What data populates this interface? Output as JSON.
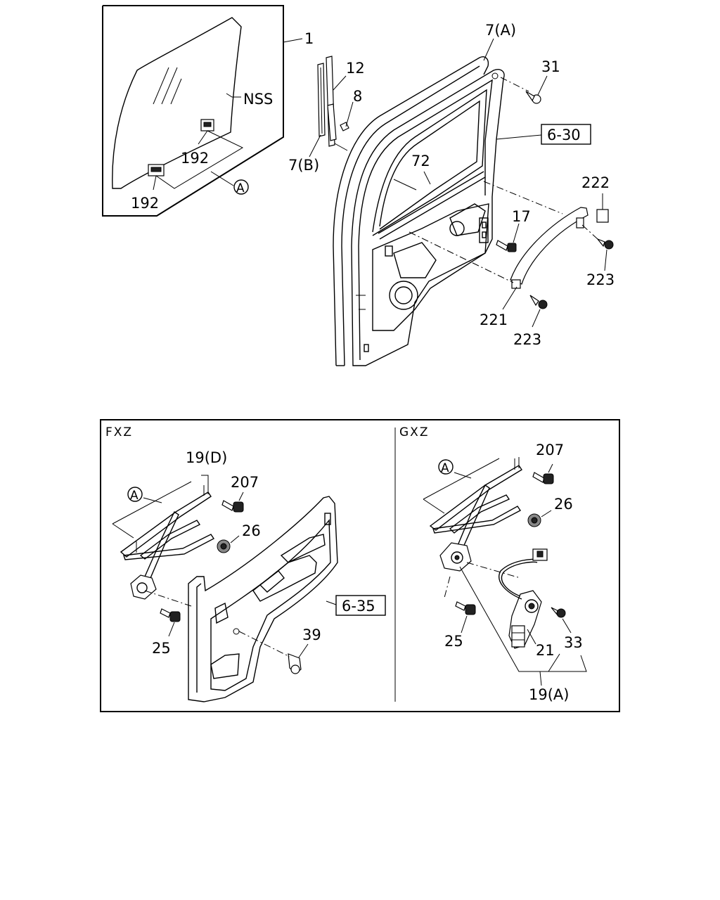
{
  "labels": {
    "l1": "1",
    "nss": "NSS",
    "l192a": "192",
    "l192b": "192",
    "circle_a_top": "A",
    "l12": "12",
    "l8": "8",
    "l7b": "7(B)",
    "l7a": "7(A)",
    "l31": "31",
    "ref_6_30": "6-30",
    "l72": "72",
    "l222": "222",
    "l17": "17",
    "l223a": "223",
    "l221": "221",
    "l223b": "223",
    "fxz": "FXZ",
    "gxz": "GXZ",
    "l19d": "19(D)",
    "circle_a_fxz": "A",
    "l207a": "207",
    "l26a": "26",
    "ref_6_35": "6-35",
    "l25a": "25",
    "l39": "39",
    "circle_a_gxz": "A",
    "l207b": "207",
    "l26b": "26",
    "l25b": "25",
    "l21": "21",
    "l33": "33",
    "l19a": "19(A)"
  }
}
